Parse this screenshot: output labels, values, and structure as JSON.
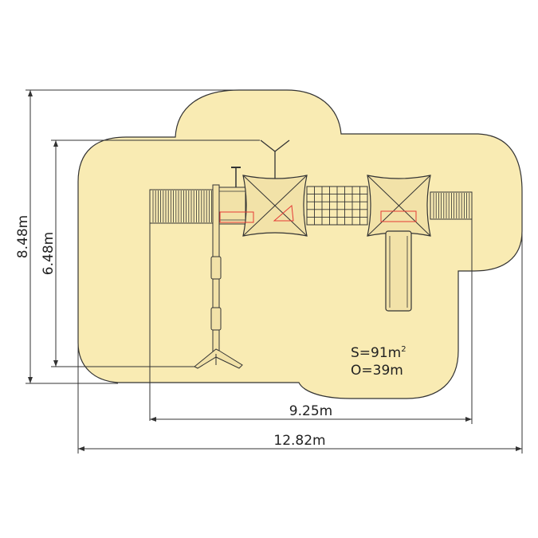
{
  "dimensions": {
    "total_height": "8.48m",
    "structure_height": "6.48m",
    "structure_width": "9.25m",
    "total_width": "12.82m"
  },
  "area": {
    "surface_value": "S=91m",
    "surface_exponent": "2",
    "perimeter": "O=39m"
  },
  "colors": {
    "safety_zone": "#F9EBB3",
    "outline": "#333333",
    "structure": "#F2E2A8",
    "highlight": "#E53935"
  }
}
